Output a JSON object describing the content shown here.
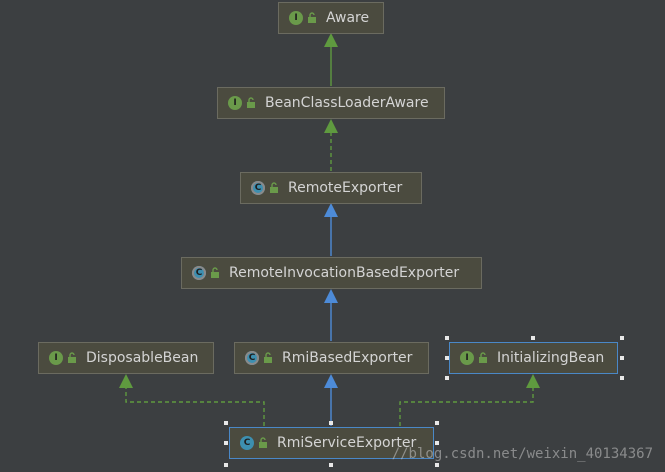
{
  "nodes": {
    "aware": {
      "kind": "interface",
      "label": "Aware",
      "badge": "I"
    },
    "bean_class_loader_aware": {
      "kind": "interface",
      "label": "BeanClassLoaderAware",
      "badge": "I"
    },
    "remote_exporter": {
      "kind": "abstract-class",
      "label": "RemoteExporter",
      "badge": "C"
    },
    "remote_invocation_based_exporter": {
      "kind": "abstract-class",
      "label": "RemoteInvocationBasedExporter",
      "badge": "C"
    },
    "disposable_bean": {
      "kind": "interface",
      "label": "DisposableBean",
      "badge": "I"
    },
    "rmi_based_exporter": {
      "kind": "abstract-class",
      "label": "RmiBasedExporter",
      "badge": "C"
    },
    "initializing_bean": {
      "kind": "interface",
      "label": "InitializingBean",
      "badge": "I",
      "selected": true
    },
    "rmi_service_exporter": {
      "kind": "class",
      "label": "RmiServiceExporter",
      "badge": "C",
      "selected": true
    }
  },
  "edges": [
    {
      "from": "bean_class_loader_aware",
      "to": "aware",
      "type": "extends",
      "color": "#5f9a3f"
    },
    {
      "from": "remote_exporter",
      "to": "bean_class_loader_aware",
      "type": "implements",
      "color": "#5f9a3f"
    },
    {
      "from": "remote_invocation_based_exporter",
      "to": "remote_exporter",
      "type": "extends",
      "color": "#4d8bd8"
    },
    {
      "from": "rmi_based_exporter",
      "to": "remote_invocation_based_exporter",
      "type": "extends",
      "color": "#4d8bd8"
    },
    {
      "from": "rmi_service_exporter",
      "to": "rmi_based_exporter",
      "type": "extends",
      "color": "#4d8bd8"
    },
    {
      "from": "rmi_service_exporter",
      "to": "disposable_bean",
      "type": "implements",
      "color": "#5f9a3f"
    },
    {
      "from": "rmi_service_exporter",
      "to": "initializing_bean",
      "type": "implements",
      "color": "#5f9a3f"
    }
  ],
  "watermark": "//blog.csdn.net/weixin_40134367",
  "colors": {
    "background": "#3c3f41",
    "interface_badge": "#6a9a4a",
    "class_badge": "#3d8fb0",
    "selection": "#4a88c7"
  }
}
